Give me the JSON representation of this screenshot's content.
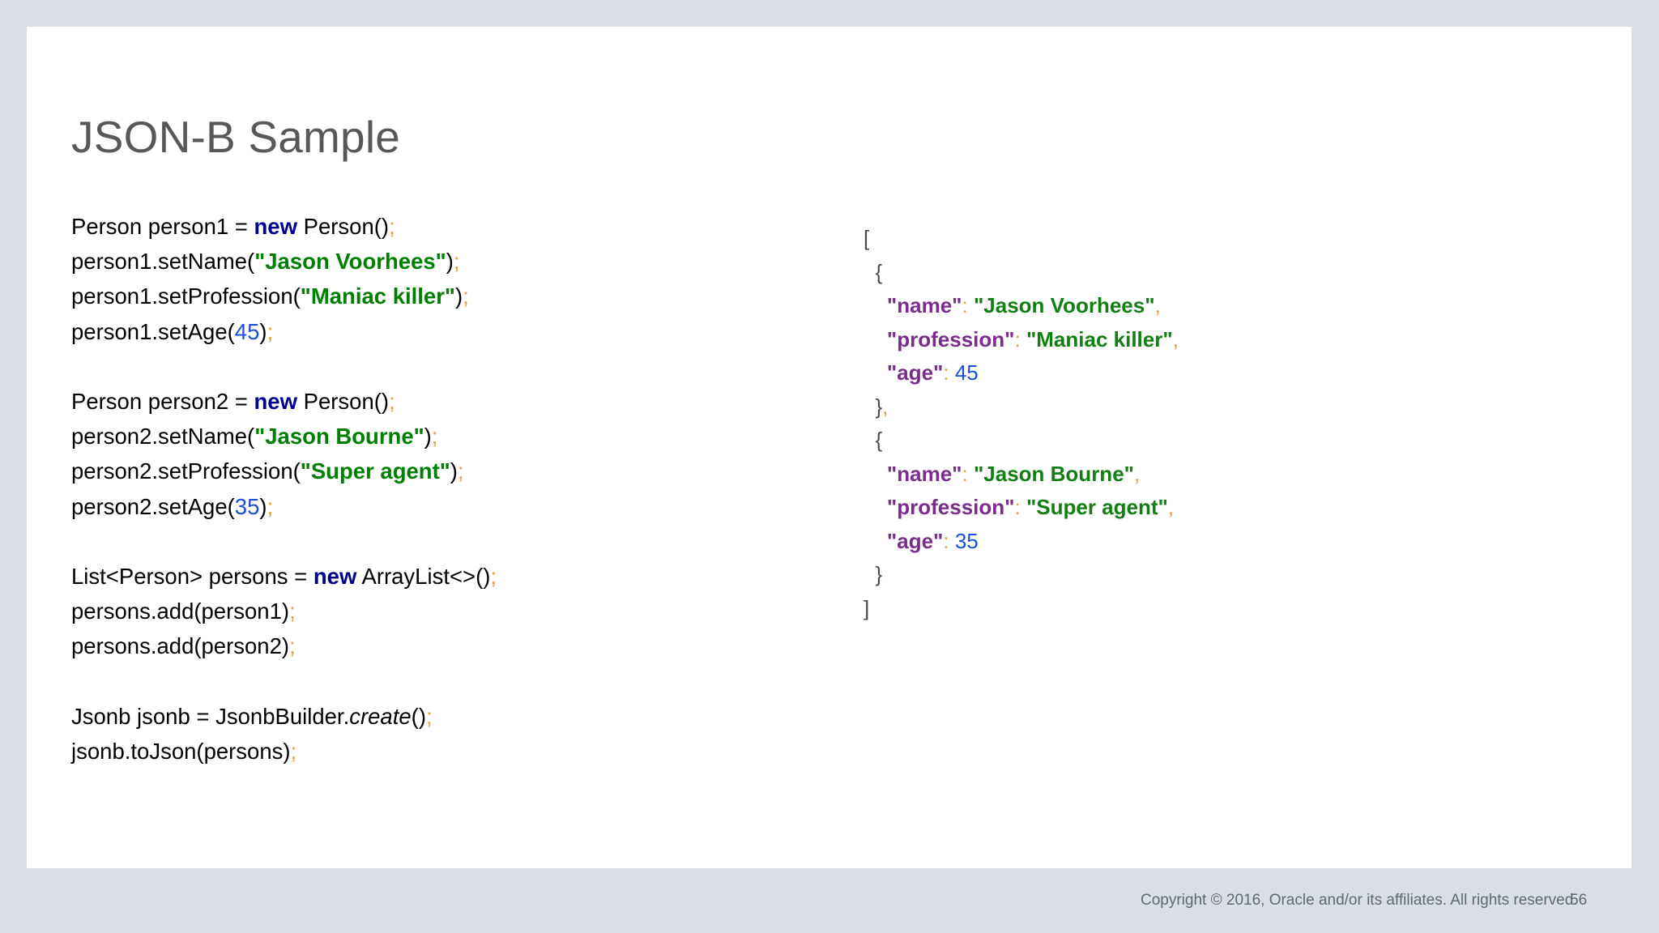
{
  "slide": {
    "title": "JSON-B Sample",
    "background_color": "#dadee5",
    "surface_color": "#ffffff"
  },
  "colors": {
    "title": "#585858",
    "plain": "#000000",
    "keyword": "#00008f",
    "string": "#008000",
    "number": "#1a4fe0",
    "punctuation": "#e2a23e",
    "json_key": "#7b2d8e",
    "json_brace": "#4a4a4a",
    "footer": "#5d6a74"
  },
  "java_code": {
    "language": "java",
    "lines": [
      [
        {
          "t": "Person person1 = ",
          "k": "plain"
        },
        {
          "t": "new",
          "k": "keyword"
        },
        {
          "t": " Person()",
          "k": "plain"
        },
        {
          "t": ";",
          "k": "punct"
        }
      ],
      [
        {
          "t": "person1.setName(",
          "k": "plain"
        },
        {
          "t": "\"Jason Voorhees\"",
          "k": "string"
        },
        {
          "t": ")",
          "k": "plain"
        },
        {
          "t": ";",
          "k": "punct"
        }
      ],
      [
        {
          "t": "person1.setProfession(",
          "k": "plain"
        },
        {
          "t": "\"Maniac killer\"",
          "k": "string"
        },
        {
          "t": ")",
          "k": "plain"
        },
        {
          "t": ";",
          "k": "punct"
        }
      ],
      [
        {
          "t": "person1.setAge(",
          "k": "plain"
        },
        {
          "t": "45",
          "k": "number"
        },
        {
          "t": ")",
          "k": "plain"
        },
        {
          "t": ";",
          "k": "punct"
        }
      ],
      [],
      [
        {
          "t": "Person person2 = ",
          "k": "plain"
        },
        {
          "t": "new",
          "k": "keyword"
        },
        {
          "t": " Person()",
          "k": "plain"
        },
        {
          "t": ";",
          "k": "punct"
        }
      ],
      [
        {
          "t": "person2.setName(",
          "k": "plain"
        },
        {
          "t": "\"Jason Bourne\"",
          "k": "string"
        },
        {
          "t": ")",
          "k": "plain"
        },
        {
          "t": ";",
          "k": "punct"
        }
      ],
      [
        {
          "t": "person2.setProfession(",
          "k": "plain"
        },
        {
          "t": "\"Super agent\"",
          "k": "string"
        },
        {
          "t": ")",
          "k": "plain"
        },
        {
          "t": ";",
          "k": "punct"
        }
      ],
      [
        {
          "t": "person2.setAge(",
          "k": "plain"
        },
        {
          "t": "35",
          "k": "number"
        },
        {
          "t": ")",
          "k": "plain"
        },
        {
          "t": ";",
          "k": "punct"
        }
      ],
      [],
      [
        {
          "t": "List<Person> persons = ",
          "k": "plain"
        },
        {
          "t": "new",
          "k": "keyword"
        },
        {
          "t": " ArrayList<>()",
          "k": "plain"
        },
        {
          "t": ";",
          "k": "punct"
        }
      ],
      [
        {
          "t": "persons.add(person1)",
          "k": "plain"
        },
        {
          "t": ";",
          "k": "punct"
        }
      ],
      [
        {
          "t": "persons.add(person2)",
          "k": "plain"
        },
        {
          "t": ";",
          "k": "punct"
        }
      ],
      [],
      [
        {
          "t": "Jsonb jsonb = JsonbBuilder.",
          "k": "plain"
        },
        {
          "t": "create",
          "k": "italic"
        },
        {
          "t": "()",
          "k": "plain"
        },
        {
          "t": ";",
          "k": "punct"
        }
      ],
      [
        {
          "t": "jsonb.toJson(persons)",
          "k": "plain"
        },
        {
          "t": ";",
          "k": "punct"
        }
      ]
    ]
  },
  "json_output": {
    "language": "json",
    "lines": [
      [
        {
          "t": "[",
          "k": "brace"
        }
      ],
      [
        {
          "t": "  {",
          "k": "brace"
        }
      ],
      [
        {
          "t": "    ",
          "k": "brace"
        },
        {
          "t": "\"name\"",
          "k": "key"
        },
        {
          "t": ":",
          "k": "punct"
        },
        {
          "t": " ",
          "k": "plain"
        },
        {
          "t": "\"Jason Voorhees\"",
          "k": "jstring"
        },
        {
          "t": ",",
          "k": "punct"
        }
      ],
      [
        {
          "t": "    ",
          "k": "brace"
        },
        {
          "t": "\"profession\"",
          "k": "key"
        },
        {
          "t": ":",
          "k": "punct"
        },
        {
          "t": " ",
          "k": "plain"
        },
        {
          "t": "\"Maniac killer\"",
          "k": "jstring"
        },
        {
          "t": ",",
          "k": "punct"
        }
      ],
      [
        {
          "t": "    ",
          "k": "brace"
        },
        {
          "t": "\"age\"",
          "k": "key"
        },
        {
          "t": ":",
          "k": "punct"
        },
        {
          "t": " ",
          "k": "plain"
        },
        {
          "t": "45",
          "k": "jnumber"
        }
      ],
      [
        {
          "t": "  }",
          "k": "brace"
        },
        {
          "t": ",",
          "k": "punct"
        }
      ],
      [
        {
          "t": "  {",
          "k": "brace"
        }
      ],
      [
        {
          "t": "    ",
          "k": "brace"
        },
        {
          "t": "\"name\"",
          "k": "key"
        },
        {
          "t": ":",
          "k": "punct"
        },
        {
          "t": " ",
          "k": "plain"
        },
        {
          "t": "\"Jason Bourne\"",
          "k": "jstring"
        },
        {
          "t": ",",
          "k": "punct"
        }
      ],
      [
        {
          "t": "    ",
          "k": "brace"
        },
        {
          "t": "\"profession\"",
          "k": "key"
        },
        {
          "t": ":",
          "k": "punct"
        },
        {
          "t": " ",
          "k": "plain"
        },
        {
          "t": "\"Super agent\"",
          "k": "jstring"
        },
        {
          "t": ",",
          "k": "punct"
        }
      ],
      [
        {
          "t": "    ",
          "k": "brace"
        },
        {
          "t": "\"age\"",
          "k": "key"
        },
        {
          "t": ":",
          "k": "punct"
        },
        {
          "t": " ",
          "k": "plain"
        },
        {
          "t": "35",
          "k": "jnumber"
        }
      ],
      [
        {
          "t": "  }",
          "k": "brace"
        }
      ],
      [
        {
          "t": "]",
          "k": "brace"
        }
      ]
    ]
  },
  "footer": {
    "copyright": "Copyright © 2016, Oracle and/or its affiliates. All rights reserved.",
    "page_number": "56"
  }
}
